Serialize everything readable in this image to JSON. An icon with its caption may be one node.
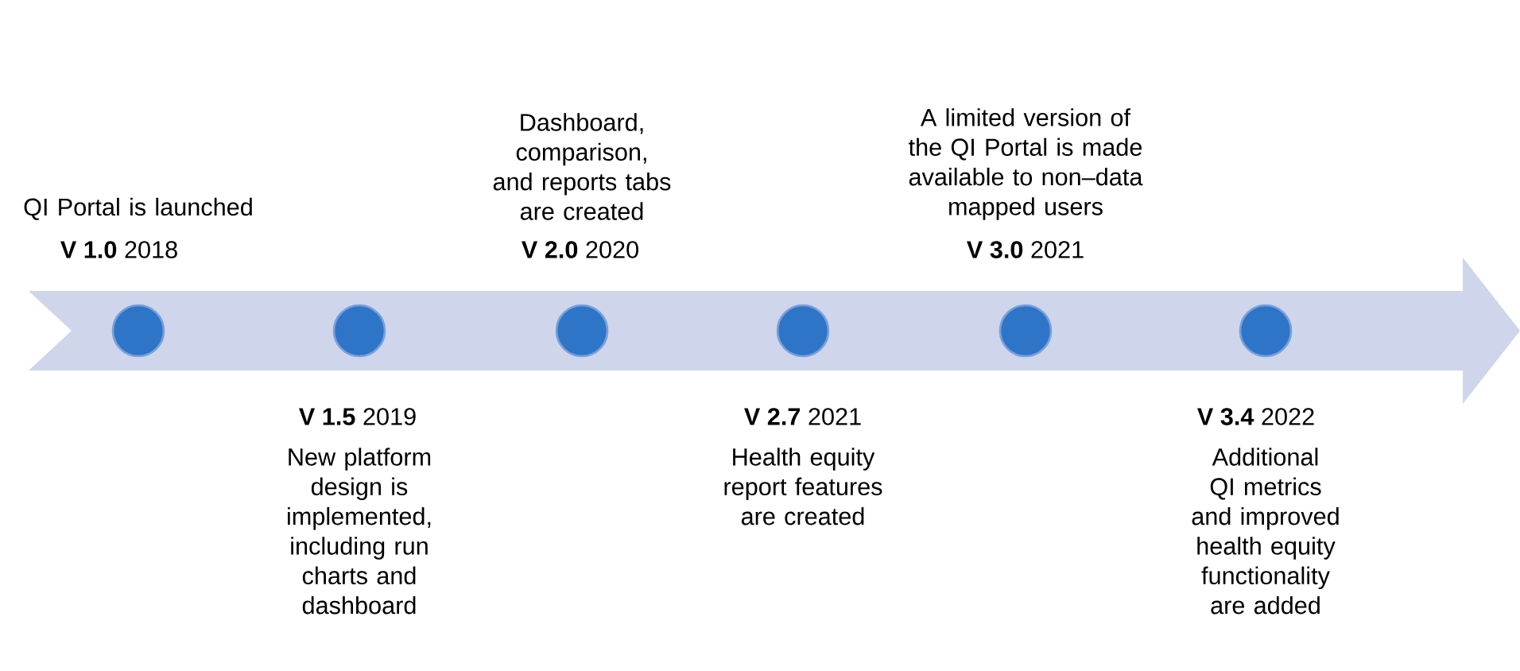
{
  "diagram": {
    "nodes": [
      {
        "text": [],
        "shape": "circle",
        "beside": [
          "QI Portal is launched",
          "**V 1.0**  2018"
        ]
      },
      {
        "text": [],
        "shape": "circle",
        "beside": [
          "**V 1.5**  2019",
          "New platform design is implemented, including run charts and dashboard"
        ]
      },
      {
        "text": [],
        "shape": "circle",
        "beside": [
          "Dashboard, comparison, and reports tabs are created",
          "**V 2.0** 2020"
        ]
      },
      {
        "text": [],
        "shape": "circle",
        "beside": [
          "**V 2.7**  2021",
          "Health equity report features are created"
        ]
      },
      {
        "text": [],
        "shape": "circle",
        "beside": [
          "A limited version of the QI Portal is made available to non–data mapped users",
          "**V 3.0**  2021"
        ]
      },
      {
        "text": [],
        "shape": "circle",
        "beside": [
          "**V 3.4** 2022",
          "Additional QI metrics and improved health equity functionality are added"
        ]
      }
    ]
  }
}
